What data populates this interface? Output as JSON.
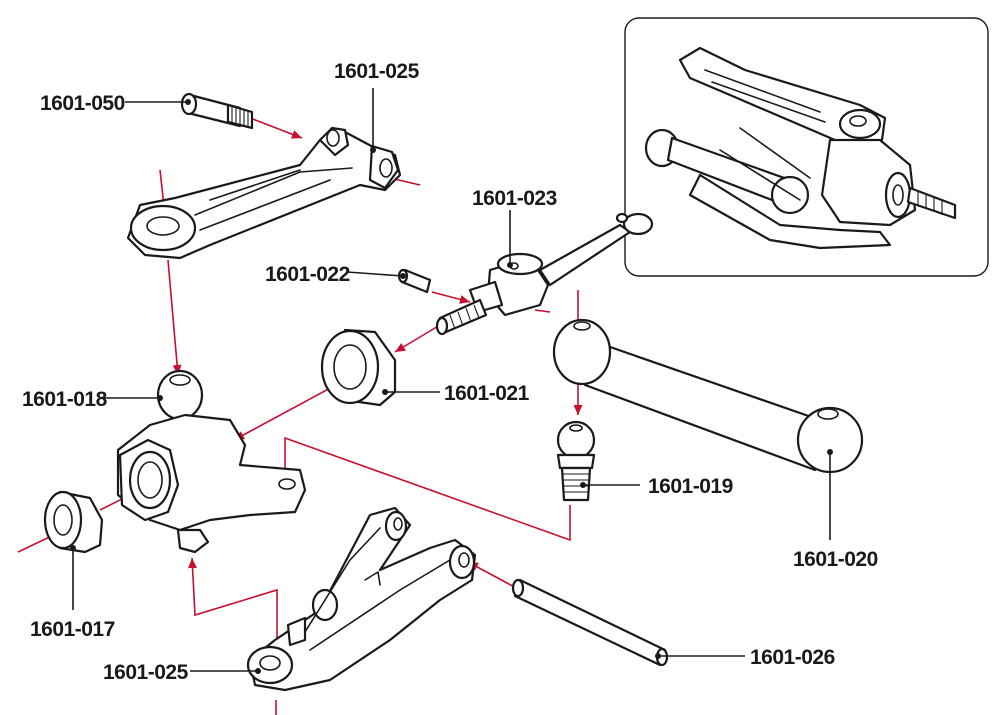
{
  "labels": {
    "l_050": "1601-050",
    "l_025_top": "1601-025",
    "l_023": "1601-023",
    "l_022": "1601-022",
    "l_021": "1601-021",
    "l_018": "1601-018",
    "l_019": "1601-019",
    "l_020": "1601-020",
    "l_017": "1601-017",
    "l_025_bottom": "1601-025",
    "l_026": "1601-026"
  },
  "colors": {
    "arrow": "#c8102e",
    "line": "#1a1a1a",
    "background": "#ffffff"
  }
}
